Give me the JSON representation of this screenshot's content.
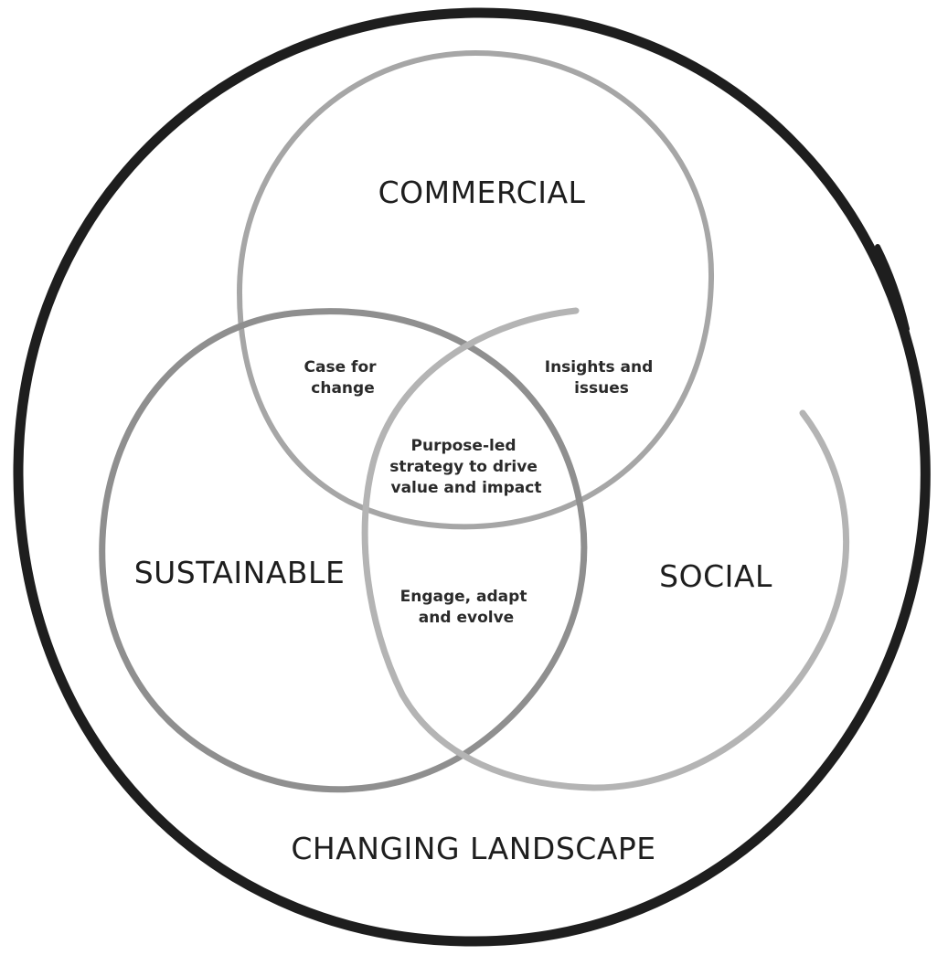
{
  "diagram": {
    "outer_label": "CHANGING LANDSCAPE",
    "circles": {
      "commercial": "COMMERCIAL",
      "sustainable": "SUSTAINABLE",
      "social": "SOCIAL"
    },
    "overlaps": {
      "commercial_sustainable": [
        "Case for",
        "change"
      ],
      "commercial_social": [
        "Insights and",
        "issues"
      ],
      "center": [
        "Purpose-led",
        "strategy to drive",
        "value and impact"
      ],
      "sustainable_social": [
        "Engage, adapt",
        "and evolve"
      ]
    }
  },
  "colors": {
    "outer_ring": "#1e1e1e",
    "commercial_ring": "#a6a6a6",
    "sustainable_ring": "#8f8f8f",
    "social_ring": "#b4b4b4",
    "text": "#1e1e1e"
  }
}
